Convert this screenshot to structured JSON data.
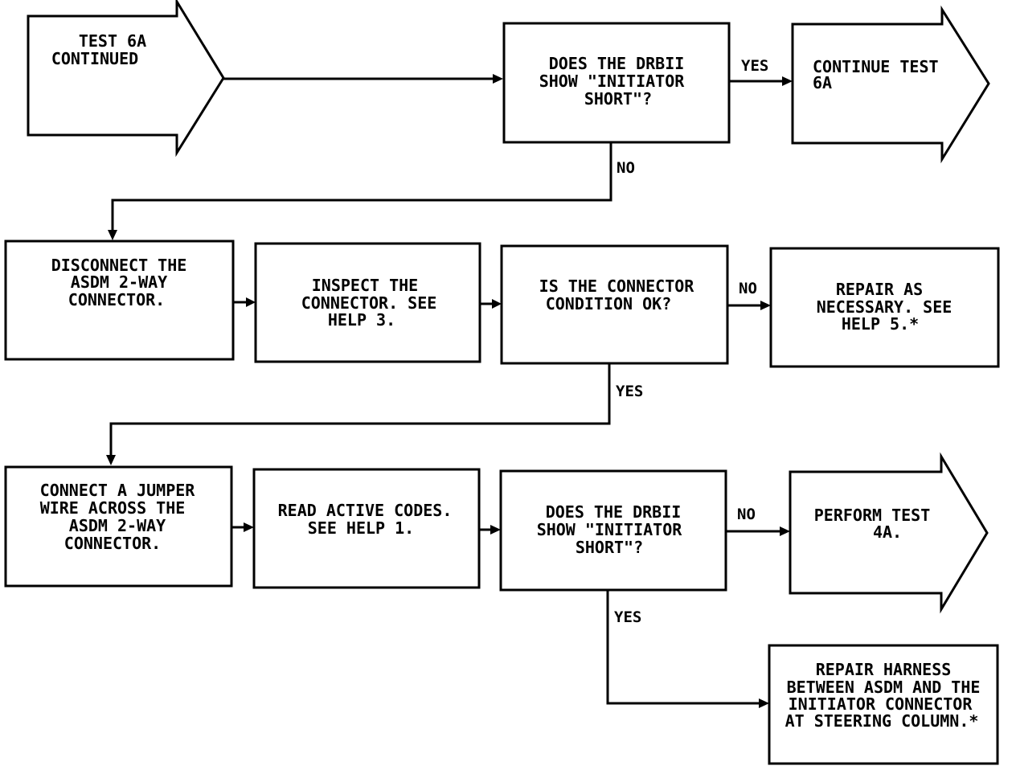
{
  "flowchart": {
    "start": {
      "lines": [
        "TEST 6A",
        "CONTINUED"
      ]
    },
    "q1": {
      "lines": [
        "DOES THE DRBII",
        "SHOW \"INITIATOR",
        "SHORT\"?"
      ]
    },
    "q1_yes_label": "YES",
    "q1_no_label": "NO",
    "continue_6a": {
      "lines": [
        "CONTINUE TEST",
        "6A"
      ]
    },
    "disconnect": {
      "lines": [
        "DISCONNECT THE",
        "ASDM 2-WAY",
        "CONNECTOR."
      ]
    },
    "inspect": {
      "lines": [
        "INSPECT THE",
        "CONNECTOR. SEE",
        "HELP 3."
      ]
    },
    "q2": {
      "lines": [
        "IS THE CONNECTOR",
        "CONDITION OK?"
      ]
    },
    "q2_no_label": "NO",
    "q2_yes_label": "YES",
    "repair_necessary": {
      "lines": [
        "REPAIR AS",
        "NECESSARY. SEE",
        "HELP 5.*"
      ]
    },
    "jumper": {
      "lines": [
        "CONNECT A JUMPER",
        "WIRE ACROSS THE",
        "ASDM 2-WAY",
        "CONNECTOR."
      ]
    },
    "read_codes": {
      "lines": [
        "READ ACTIVE CODES.",
        "SEE HELP 1."
      ]
    },
    "q3": {
      "lines": [
        "DOES THE DRBII",
        "SHOW \"INITIATOR",
        "SHORT\"?"
      ]
    },
    "q3_no_label": "NO",
    "q3_yes_label": "YES",
    "perform_4a": {
      "lines": [
        "PERFORM TEST",
        "4A."
      ]
    },
    "repair_harness": {
      "lines": [
        "REPAIR HARNESS",
        "BETWEEN ASDM AND THE",
        "INITIATOR CONNECTOR",
        "AT STEERING COLUMN.*"
      ]
    }
  }
}
